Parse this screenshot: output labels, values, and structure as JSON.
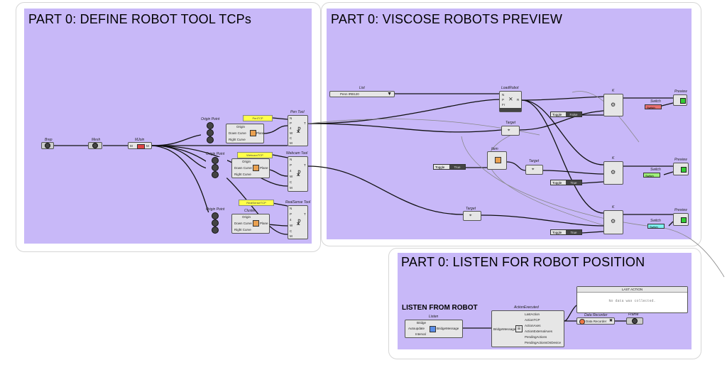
{
  "groups": {
    "define_tcps": {
      "title": "PART 0: DEFINE ROBOT TOOL TCPs"
    },
    "robots_preview": {
      "title": "PART 0: VISCOSE ROBOTS PREVIEW"
    },
    "listen": {
      "title": "PART 0: LISTEN FOR ROBOT POSITION",
      "subtitle": "LISTEN FROM ROBOT"
    }
  },
  "components": {
    "brep": {
      "label": "Brep"
    },
    "mesh": {
      "label": "Mesh"
    },
    "mesh_join": {
      "label": "MJoin",
      "in": "M",
      "out": "M"
    },
    "origin_point_1": {
      "label": "Origin Point"
    },
    "origin_point_2": {
      "label": "Origin Point"
    },
    "origin_point_3": {
      "label": "Origin Point"
    },
    "plane_1": {
      "inputs": [
        "Origin",
        "Down Curve",
        "Right Curve"
      ],
      "output": "Plane"
    },
    "plane_2": {
      "inputs": [
        "Origin",
        "Down Curve",
        "Right Curve"
      ],
      "output": "Plane"
    },
    "cluster": {
      "label": "Cluster",
      "inputs": [
        "Origin",
        "Down Curve",
        "Right Curve"
      ],
      "output": "Plane"
    },
    "pen_tcp_panel": {
      "text": "PenTCP"
    },
    "webcam_tcp_panel": {
      "text": "WebcamTCP"
    },
    "realsense_tcp_panel": {
      "text": "RealSenseTCP"
    },
    "pen_tool": {
      "label": "Pen Tool",
      "inputs": [
        "N",
        "P",
        "4",
        "W",
        "C",
        "M"
      ],
      "output": "T"
    },
    "webcam_tool": {
      "label": "Webcam Tool",
      "inputs": [
        "N",
        "P",
        "4",
        "W",
        "C",
        "M"
      ],
      "output": "T"
    },
    "realsense_tool": {
      "label": "RealSense Tool",
      "inputs": [
        "N",
        "P",
        "4",
        "W",
        "C",
        "M"
      ],
      "output": "T"
    },
    "list": {
      "label": "List",
      "value": "Penn IRB120"
    },
    "load_robot": {
      "label": "LoadRobot",
      "inputs": [
        "N",
        "P",
        "Fr"
      ],
      "output": "R"
    },
    "target_1": {
      "label": "Target"
    },
    "target_2": {
      "label": "Target"
    },
    "target_3": {
      "label": "Target"
    },
    "item": {
      "label": "Item"
    },
    "kinematics_1": {
      "label": "K"
    },
    "kinematics_2": {
      "label": "K"
    },
    "kinematics_3": {
      "label": "K"
    },
    "toggle_1": {
      "label": "Toggle",
      "value": "True"
    },
    "toggle_2": {
      "label": "Toggle",
      "value": "False"
    },
    "toggle_3": {
      "label": "Toggle",
      "value": "True"
    },
    "toggle_4": {
      "label": "Toggle",
      "value": "True"
    },
    "switch_1": {
      "label": "Switch"
    },
    "switch_2": {
      "label": "Switch"
    },
    "switch_3": {
      "label": "Switch"
    },
    "preview_1": {
      "label": "Preview"
    },
    "preview_2": {
      "label": "Preview"
    },
    "preview_3": {
      "label": "Preview"
    },
    "listen": {
      "label": "Listen",
      "inputs": [
        "Bridge",
        "Autoupdate",
        "Interval"
      ],
      "output": "BridgeMessage"
    },
    "action_executed": {
      "label": "ActionExecuted",
      "input": "BridgeMessage",
      "outputs": [
        "LastAction",
        "ActionTCP",
        "ActionAxes",
        "ActionExternalAxes",
        "PendingActions",
        "PendingActionsOnDevice"
      ]
    },
    "last_action": {
      "header": "LAST ACTION",
      "text": "No data was collected."
    },
    "data_recorder": {
      "label": "Data Recorder",
      "text": "Data Recorder"
    },
    "frame": {
      "label": "Frame"
    }
  },
  "colors": {
    "group_fill": "#c8b8f8",
    "wire": "#111111",
    "swatch_red": "#e87070",
    "swatch_green": "#9ef07a",
    "swatch_cyan": "#7ef0f0",
    "panel_yellow": "#ffff4a"
  }
}
